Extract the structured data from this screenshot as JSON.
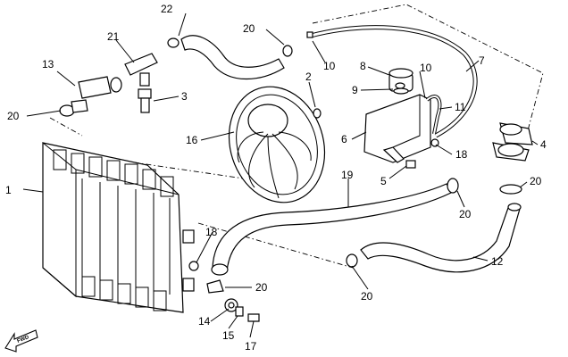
{
  "diagram": {
    "callouts": {
      "p1": "1",
      "p3": "3",
      "p4": "4",
      "p5": "5",
      "p6": "6",
      "p7": "7",
      "p8": "8",
      "p9": "9",
      "p10a": "10",
      "p10b": "10",
      "p11": "11",
      "p12": "12",
      "p13": "13",
      "p14": "14",
      "p15": "15",
      "p16": "16",
      "p17": "17",
      "p18a": "18",
      "p18b": "18",
      "p19": "19",
      "p20a": "20",
      "p20b": "20",
      "p20c": "20",
      "p20d": "20",
      "p20e": "20",
      "p20f": "20",
      "p21": "21",
      "p22": "22",
      "p2": "2"
    },
    "fwd_label": "FWD"
  }
}
